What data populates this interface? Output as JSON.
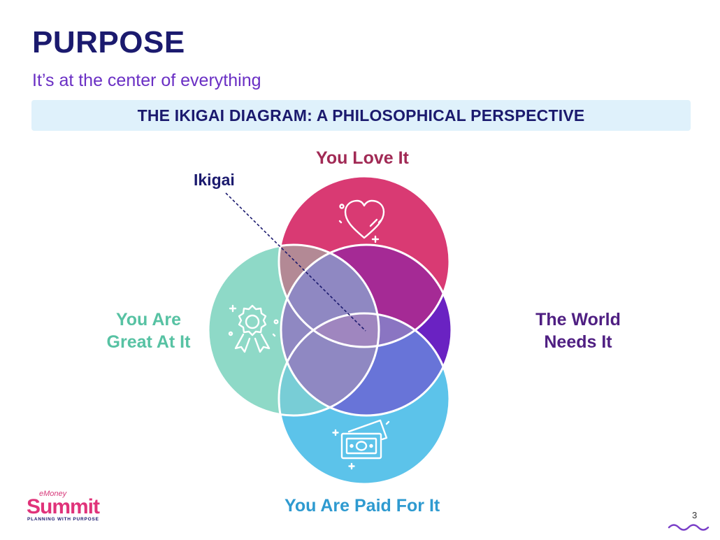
{
  "slide": {
    "title": "PURPOSE",
    "subtitle": "It’s at the center of everything",
    "banner": "THE IKIGAI DIAGRAM: A PHILOSOPHICAL PERSPECTIVE",
    "page_number": "3"
  },
  "diagram": {
    "circles": {
      "love": {
        "label": "You Love It",
        "color": "#d93a73",
        "icon": "heart-icon"
      },
      "great": {
        "label_line1": "You Are",
        "label_line2": "Great At It",
        "color": "#8ed9c7",
        "icon": "award-ribbon-icon"
      },
      "world": {
        "label_line1": "The World",
        "label_line2": "Needs It",
        "color": "#6a22c2",
        "icon": "lightbulb-icon"
      },
      "paid": {
        "label": "You Are Paid For It",
        "color": "#5cc3ea",
        "icon": "money-bills-icon"
      }
    },
    "center_label": "Ikigai"
  },
  "logo": {
    "brand_top": "eMoney",
    "brand_main": "Summit",
    "tagline": "PLANNING WITH PURPOSE"
  }
}
